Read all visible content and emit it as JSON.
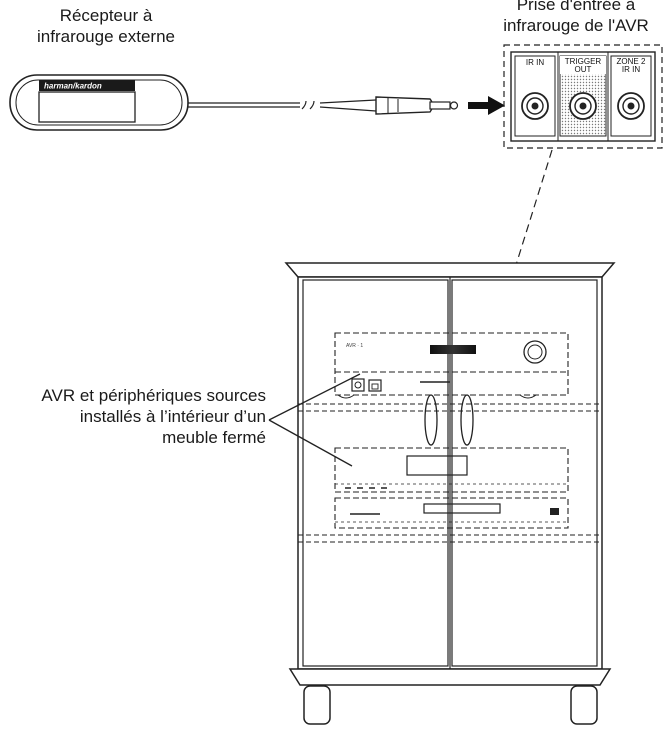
{
  "labels": {
    "receiver": [
      "Récepteur à",
      "infrarouge externe"
    ],
    "ir_input": [
      "Prise d'entrée à",
      "infrarouge de l'AVR"
    ],
    "cabinet": [
      "AVR et périphériques sources",
      "installés à l’intérieur d’un",
      "meuble fermé"
    ]
  },
  "receiver_brand": "harman/kardon",
  "jacks": [
    {
      "label": [
        "IR IN"
      ]
    },
    {
      "label": [
        "TRIGGER",
        "OUT"
      ]
    },
    {
      "label": [
        "ZONE 2",
        "IR IN"
      ]
    }
  ]
}
